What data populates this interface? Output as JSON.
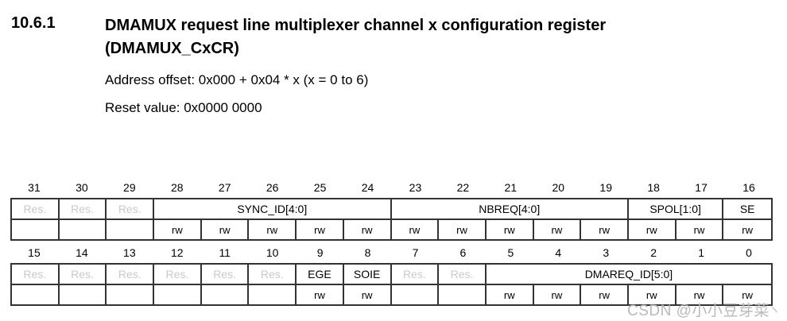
{
  "page": {
    "section_number": "10.6.1",
    "title_line1": "DMAMUX request line multiplexer channel x configuration register",
    "title_line2": "(DMAMUX_CxCR)",
    "address_offset": "Address offset: 0x000 + 0x04 * x (x = 0 to 6)",
    "reset_value": "Reset value: 0x0000 0000"
  },
  "colors": {
    "border": "#333333",
    "reserved_text": "#c9c9c9",
    "watermark_text": "#b9b9b9"
  },
  "register_tables": [
    {
      "bit_numbers": [
        "31",
        "30",
        "29",
        "28",
        "27",
        "26",
        "25",
        "24",
        "23",
        "22",
        "21",
        "20",
        "19",
        "18",
        "17",
        "16"
      ],
      "fields": [
        {
          "label": "Res.",
          "span": 1,
          "reserved": true
        },
        {
          "label": "Res.",
          "span": 1,
          "reserved": true
        },
        {
          "label": "Res.",
          "span": 1,
          "reserved": true
        },
        {
          "label": "SYNC_ID[4:0]",
          "span": 5,
          "reserved": false
        },
        {
          "label": "NBREQ[4:0]",
          "span": 5,
          "reserved": false
        },
        {
          "label": "SPOL[1:0]",
          "span": 2,
          "reserved": false
        },
        {
          "label": "SE",
          "span": 1,
          "reserved": false
        }
      ],
      "access": [
        "",
        "",
        "",
        "rw",
        "rw",
        "rw",
        "rw",
        "rw",
        "rw",
        "rw",
        "rw",
        "rw",
        "rw",
        "rw",
        "rw",
        "rw"
      ]
    },
    {
      "bit_numbers": [
        "15",
        "14",
        "13",
        "12",
        "11",
        "10",
        "9",
        "8",
        "7",
        "6",
        "5",
        "4",
        "3",
        "2",
        "1",
        "0"
      ],
      "fields": [
        {
          "label": "Res.",
          "span": 1,
          "reserved": true
        },
        {
          "label": "Res.",
          "span": 1,
          "reserved": true
        },
        {
          "label": "Res.",
          "span": 1,
          "reserved": true
        },
        {
          "label": "Res.",
          "span": 1,
          "reserved": true
        },
        {
          "label": "Res.",
          "span": 1,
          "reserved": true
        },
        {
          "label": "Res.",
          "span": 1,
          "reserved": true
        },
        {
          "label": "EGE",
          "span": 1,
          "reserved": false
        },
        {
          "label": "SOIE",
          "span": 1,
          "reserved": false
        },
        {
          "label": "Res.",
          "span": 1,
          "reserved": true
        },
        {
          "label": "Res.",
          "span": 1,
          "reserved": true
        },
        {
          "label": "DMAREQ_ID[5:0]",
          "span": 6,
          "reserved": false
        }
      ],
      "access": [
        "",
        "",
        "",
        "",
        "",
        "",
        "rw",
        "rw",
        "",
        "",
        "rw",
        "rw",
        "rw",
        "rw",
        "rw",
        "rw"
      ]
    }
  ],
  "watermark": {
    "text": "CSDN @小小豆芽菜",
    "tail": "ヽ"
  }
}
